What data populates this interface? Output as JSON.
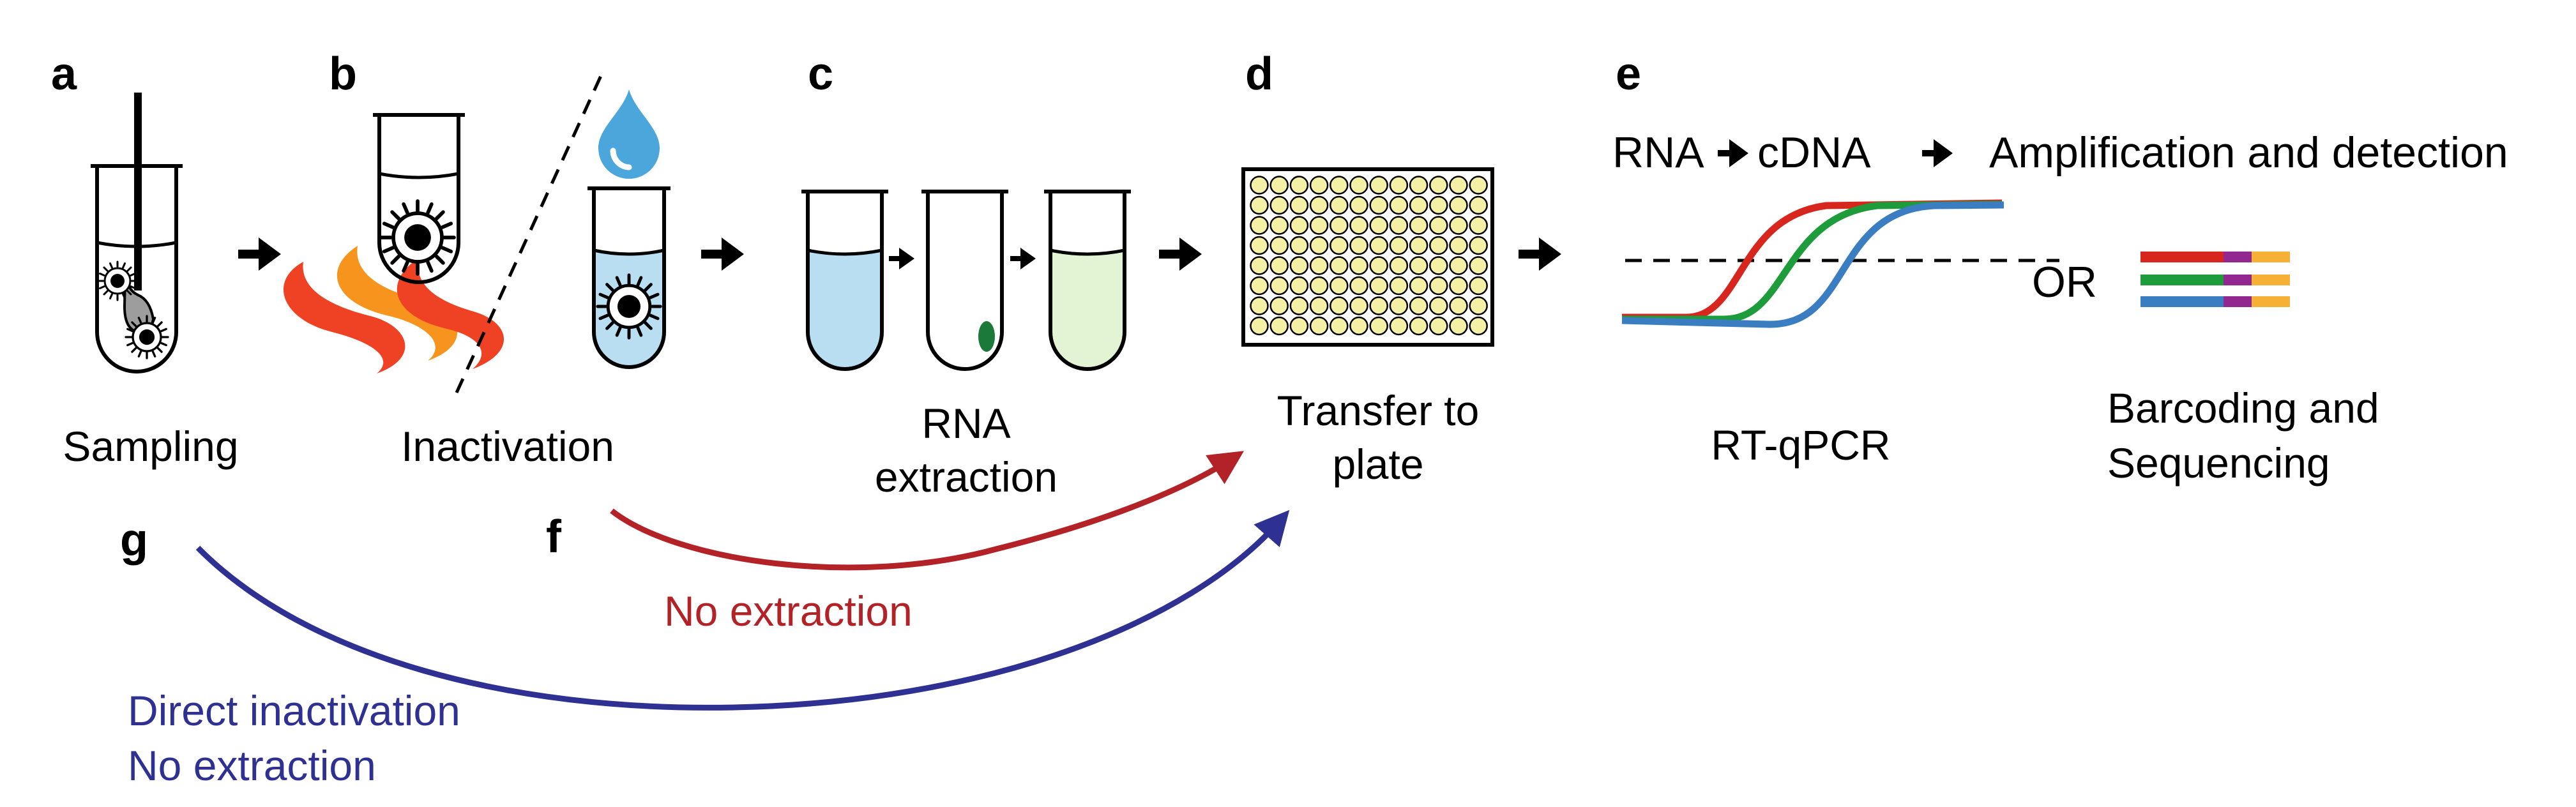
{
  "panels": {
    "a": {
      "letter": "a",
      "caption": "Sampling"
    },
    "b": {
      "letter": "b",
      "caption": "Inactivation"
    },
    "c": {
      "letter": "c",
      "caption_line1": "RNA",
      "caption_line2": "extraction"
    },
    "d": {
      "letter": "d",
      "caption_line1": "Transfer to",
      "caption_line2": "plate"
    },
    "e": {
      "letter": "e",
      "step_rna": "RNA",
      "step_cdna": "cDNA",
      "step_amp": "Amplification and detection",
      "or_label": "OR",
      "caption_qpcr": "RT-qPCR",
      "caption_seq_line1": "Barcoding and",
      "caption_seq_line2": "Sequencing"
    },
    "f": {
      "letter": "f",
      "route_label": "No extraction"
    },
    "g": {
      "letter": "g",
      "route_label_line1": "Direct inactivation",
      "route_label_line2": "No extraction"
    }
  },
  "colors": {
    "f_route": "#B22227",
    "g_route": "#2E3192",
    "curve_red": "#D7261E",
    "curve_green": "#1E9B3A",
    "curve_blue": "#3A7DC0",
    "barcode_purple": "#92278F",
    "barcode_orange": "#F6B035",
    "liquid_blue": "#B9DDF1",
    "liquid_green": "#E2F4D4",
    "well_yellow": "#F4F1A6",
    "drop_blue": "#4BA6DC",
    "flame_orange": "#F7941D",
    "flame_red": "#EF4123",
    "pellet_green": "#1B7A3A"
  },
  "icons": [
    "swab-icon",
    "virus-icon",
    "heat-flame-icon",
    "reagent-drop-icon",
    "test-tube-icon",
    "well-plate-icon",
    "amplification-curves-icon",
    "barcode-reads-icon"
  ]
}
